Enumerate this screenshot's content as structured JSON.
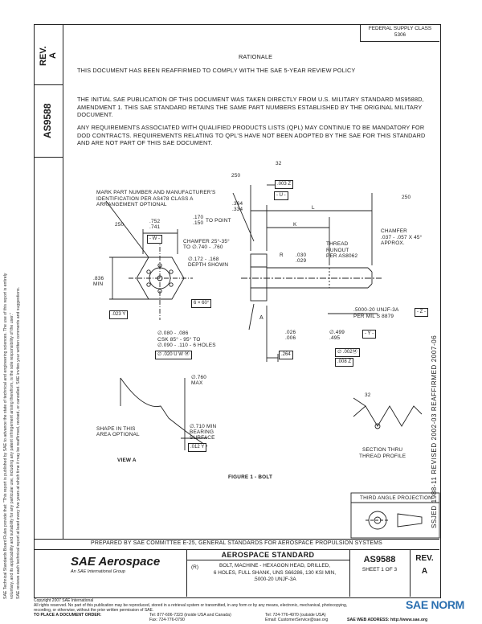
{
  "federal_supply_class": "FEDERAL SUPPLY CLASS\n5306",
  "left_margin": {
    "rev_label": "REV.",
    "rev_value": "A",
    "doc_id": "AS9588"
  },
  "side_notice": [
    "SAE Technical Standards Board Rules provide that: \"This report is published by SAE to advance the state of technical and engineering sciences. The use of this report is entirely",
    "voluntary, and its applicability and suitability for any particular use, including any patent infringement arising therefrom, is the sole responsibility of the user.\"",
    "SAE reviews each technical report at least every five years at which time it may be reaffirmed, revised, or cancelled. SAE invites your written comments and suggestions."
  ],
  "rationale_title": "RATIONALE",
  "paragraphs": [
    "THIS DOCUMENT HAS BEEN REAFFIRMED TO COMPLY WITH THE SAE 5-YEAR REVIEW POLICY",
    "THE INITIAL SAE PUBLICATION OF THIS DOCUMENT WAS TAKEN DIRECTLY FROM U.S. MILITARY STANDARD MS9588D, AMENDMENT 1. THIS SAE STANDARD RETAINS THE SAME PART NUMBERS ESTABLISHED BY THE ORIGINAL MILITARY DOCUMENT.",
    "ANY REQUIREMENTS ASSOCIATED WITH QUALIFIED PRODUCTS LISTS (QPL) MAY CONTINUE TO BE MANDATORY FOR DOD CONTRACTS. REQUIREMENTS RELATING TO QPL'S HAVE NOT BEEN ADOPTED BY THE SAE FOR THIS STANDARD AND ARE NOT PART OF THIS SAE DOCUMENT."
  ],
  "drawing": {
    "mark_note": "MARK PART NUMBER AND MANUFACTURER'S\nIDENTIFICATION PER AS478 CLASS A\nARRANGEMENT OPTIONAL",
    "d250a": "250",
    "d752": ".752\n.741",
    "w": "- W -",
    "d170": ".170\n.150",
    "to_point": "TO POINT",
    "chamfer25": "CHAMFER 25°-35°\nTO ∅.740 - .760",
    "d172": "∅.172 - .168\nDEPTH SHOWN",
    "d836": ".836\nMIN",
    "six60": "6 × 60°",
    "d023y": ".023  Y",
    "d080": "∅.080 - .086\nCSK 85° - 95° TO\n∅.090 - .110 - 6 HOLES",
    "d020": "∅ .020  U  W  Ⓜ",
    "d250b": "250",
    "d364": ".364\n.334",
    "d32a": "32",
    "d003z": ".003  Z",
    "u": "- U -",
    "k": "K",
    "l": "L",
    "d250c": "250",
    "chamfer037": "CHAMFER\n.037 - .057 X 45°\nAPPROX.",
    "thread_runout": "THREAD\nRUNOUT\nPER AS8062",
    "r": "R",
    "d030": ".030\n.029",
    "a": "A",
    "thread_spec": ".5000-20 UNJF-3A\nPER MIL S 8879",
    "z": "- Z -",
    "d026": ".026\n.006",
    "d499": "∅.499\n.495",
    "y": "- Y -",
    "d264": ".264",
    "d002": "∅ .002Ⓜ",
    "d008z": ".008  Z",
    "d760": "∅.760\nMAX",
    "shape_note": "SHAPE IN THIS\nAREA OPTIONAL",
    "d710": "∅.710 MIN\nBEARING\nSURFACE",
    "d012y": ".012  Y",
    "d32b": "32",
    "section_thru": "SECTION THRU\nTHREAD PROFILE",
    "view_a": "VIEW A",
    "figure_caption": "FIGURE 1 - BOLT",
    "third_angle": "THIRD ANGLE PROJECTION"
  },
  "right_margin": "SSJED 1988-11    REVISED 2002-03    REAFFIRMED 2007-06",
  "prepared_by": "PREPARED BY SAE COMMITTEE E-25, GENERAL STANDARDS FOR AEROSPACE PROPULSION SYSTEMS",
  "title_block": {
    "logo_main": "SAE Aerospace",
    "logo_sub": "An SAE International Group",
    "header": "AEROSPACE STANDARD",
    "code": "(R)",
    "description": "BOLT, MACHINE - HEXAGON HEAD, DRILLED,\n6 HOLES, FULL SHANK, UNS S66286, 130 KSI MIN,\n.5000-20 UNJF-3A",
    "doc_id": "AS9588",
    "sheet": "SHEET 1 OF 3",
    "rev_label": "REV.",
    "rev_value": "A"
  },
  "footer": {
    "copyright": "Copyright 2007 SAE International",
    "rights": "All rights reserved. No part of this publication may be reproduced, stored in a retrieval system or transmitted, in any form or by any means, electronic, mechanical, photocopying,",
    "rights2": "recording, or otherwise, without the prior written permission of SAE.",
    "order_label": "TO PLACE A DOCUMENT ORDER:",
    "tel1": "Tel: 877-606-7323 (inside USA and Canada)",
    "tel2": "Tel: 724-776-4970 (outside USA)",
    "fax": "Fax: 724-776-0790",
    "email": "Email: CustomerService@sae.org",
    "web": "SAE WEB ADDRESS: http://www.sae.org"
  },
  "watermark": "SAE NORM"
}
